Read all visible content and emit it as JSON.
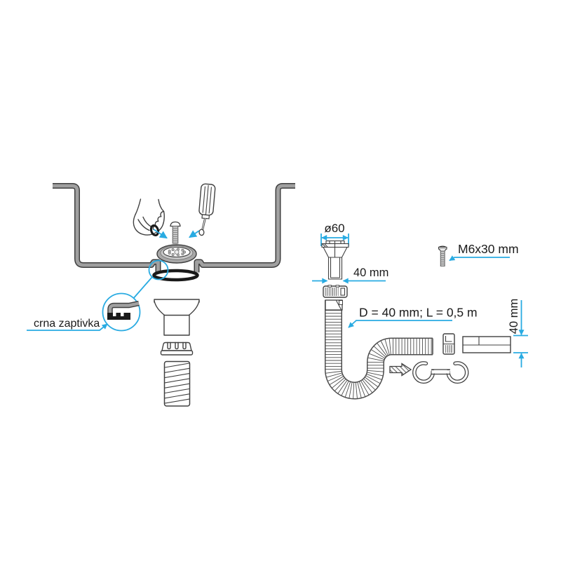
{
  "title": "sink-drain-installation-diagram",
  "colors": {
    "accent_blue": "#29ABE2",
    "line": "#404040",
    "metal_gray": "#9E9E9E",
    "black": "#1A1A1A"
  },
  "labels": {
    "gasket_callout": "crna zaptivka",
    "tailpiece_diameter": "ø60",
    "tailpiece_width": "40 mm",
    "screw_size": "M6x30 mm",
    "hose_spec": "D = 40 mm; L = 0,5 m",
    "pipe_height": "40 mm"
  }
}
